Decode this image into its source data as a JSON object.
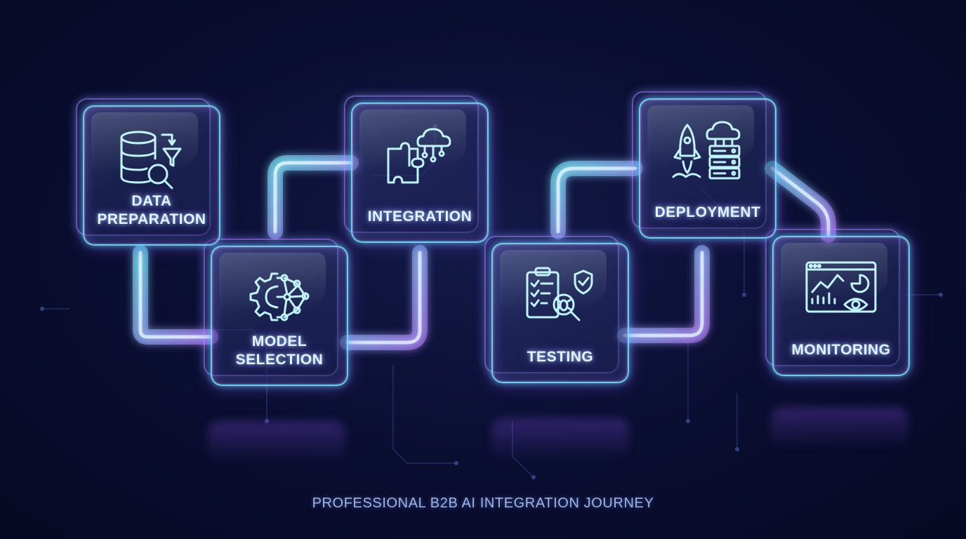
{
  "caption": "PROFESSIONAL B2B AI INTEGRATION JOURNEY",
  "steps": [
    {
      "label": "DATA\nPREPARATION",
      "icon": "database-filter-search-icon"
    },
    {
      "label": "MODEL\nSELECTION",
      "icon": "gear-neural-network-icon"
    },
    {
      "label": "INTEGRATION",
      "icon": "puzzle-cloud-icon"
    },
    {
      "label": "TESTING",
      "icon": "checklist-bug-shield-icon"
    },
    {
      "label": "DEPLOYMENT",
      "icon": "rocket-cloud-server-icon"
    },
    {
      "label": "MONITORING",
      "icon": "dashboard-eye-icon"
    }
  ],
  "colors": {
    "background": "#0b0f33",
    "neon_cyan": "#5fe6ff",
    "neon_purple": "#a070ff",
    "label": "#e6f3ff"
  }
}
